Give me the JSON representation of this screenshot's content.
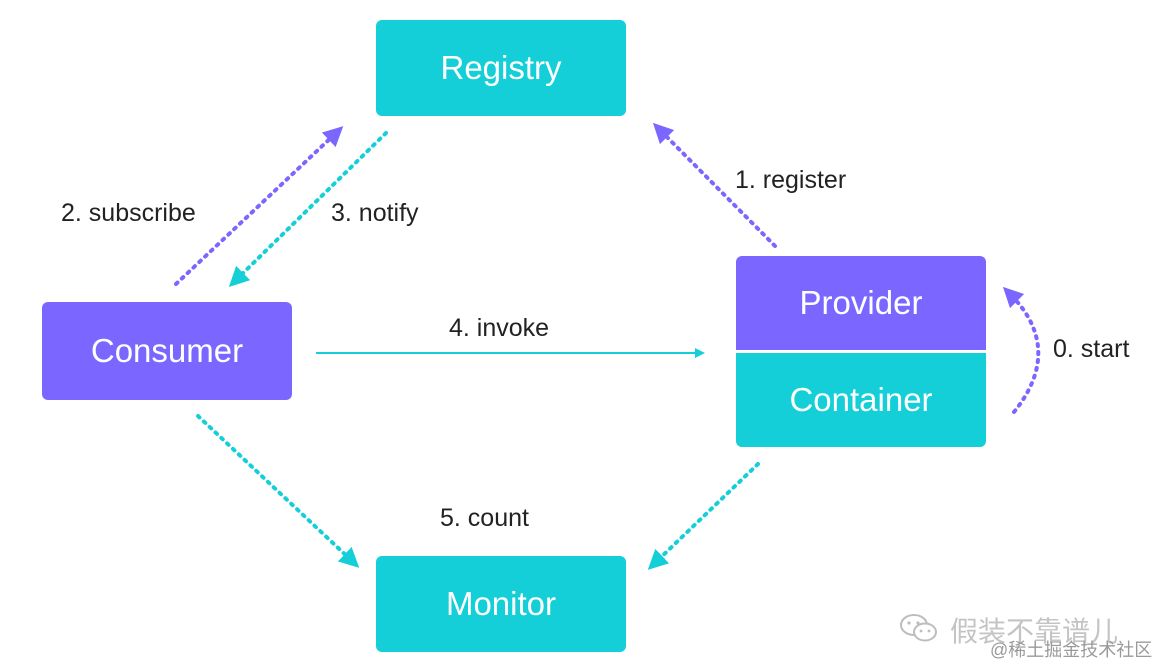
{
  "nodes": {
    "registry": "Registry",
    "consumer": "Consumer",
    "provider": "Provider",
    "container": "Container",
    "monitor": "Monitor"
  },
  "edges": {
    "start": "0. start",
    "register": "1. register",
    "subscribe": "2. subscribe",
    "notify": "3. notify",
    "invoke": "4. invoke",
    "count": "5. count"
  },
  "colors": {
    "teal": "#14cfd8",
    "purple": "#7b67ff"
  },
  "watermark": {
    "line1": "假装不靠谱儿",
    "line2": "@稀土掘金技术社区"
  }
}
